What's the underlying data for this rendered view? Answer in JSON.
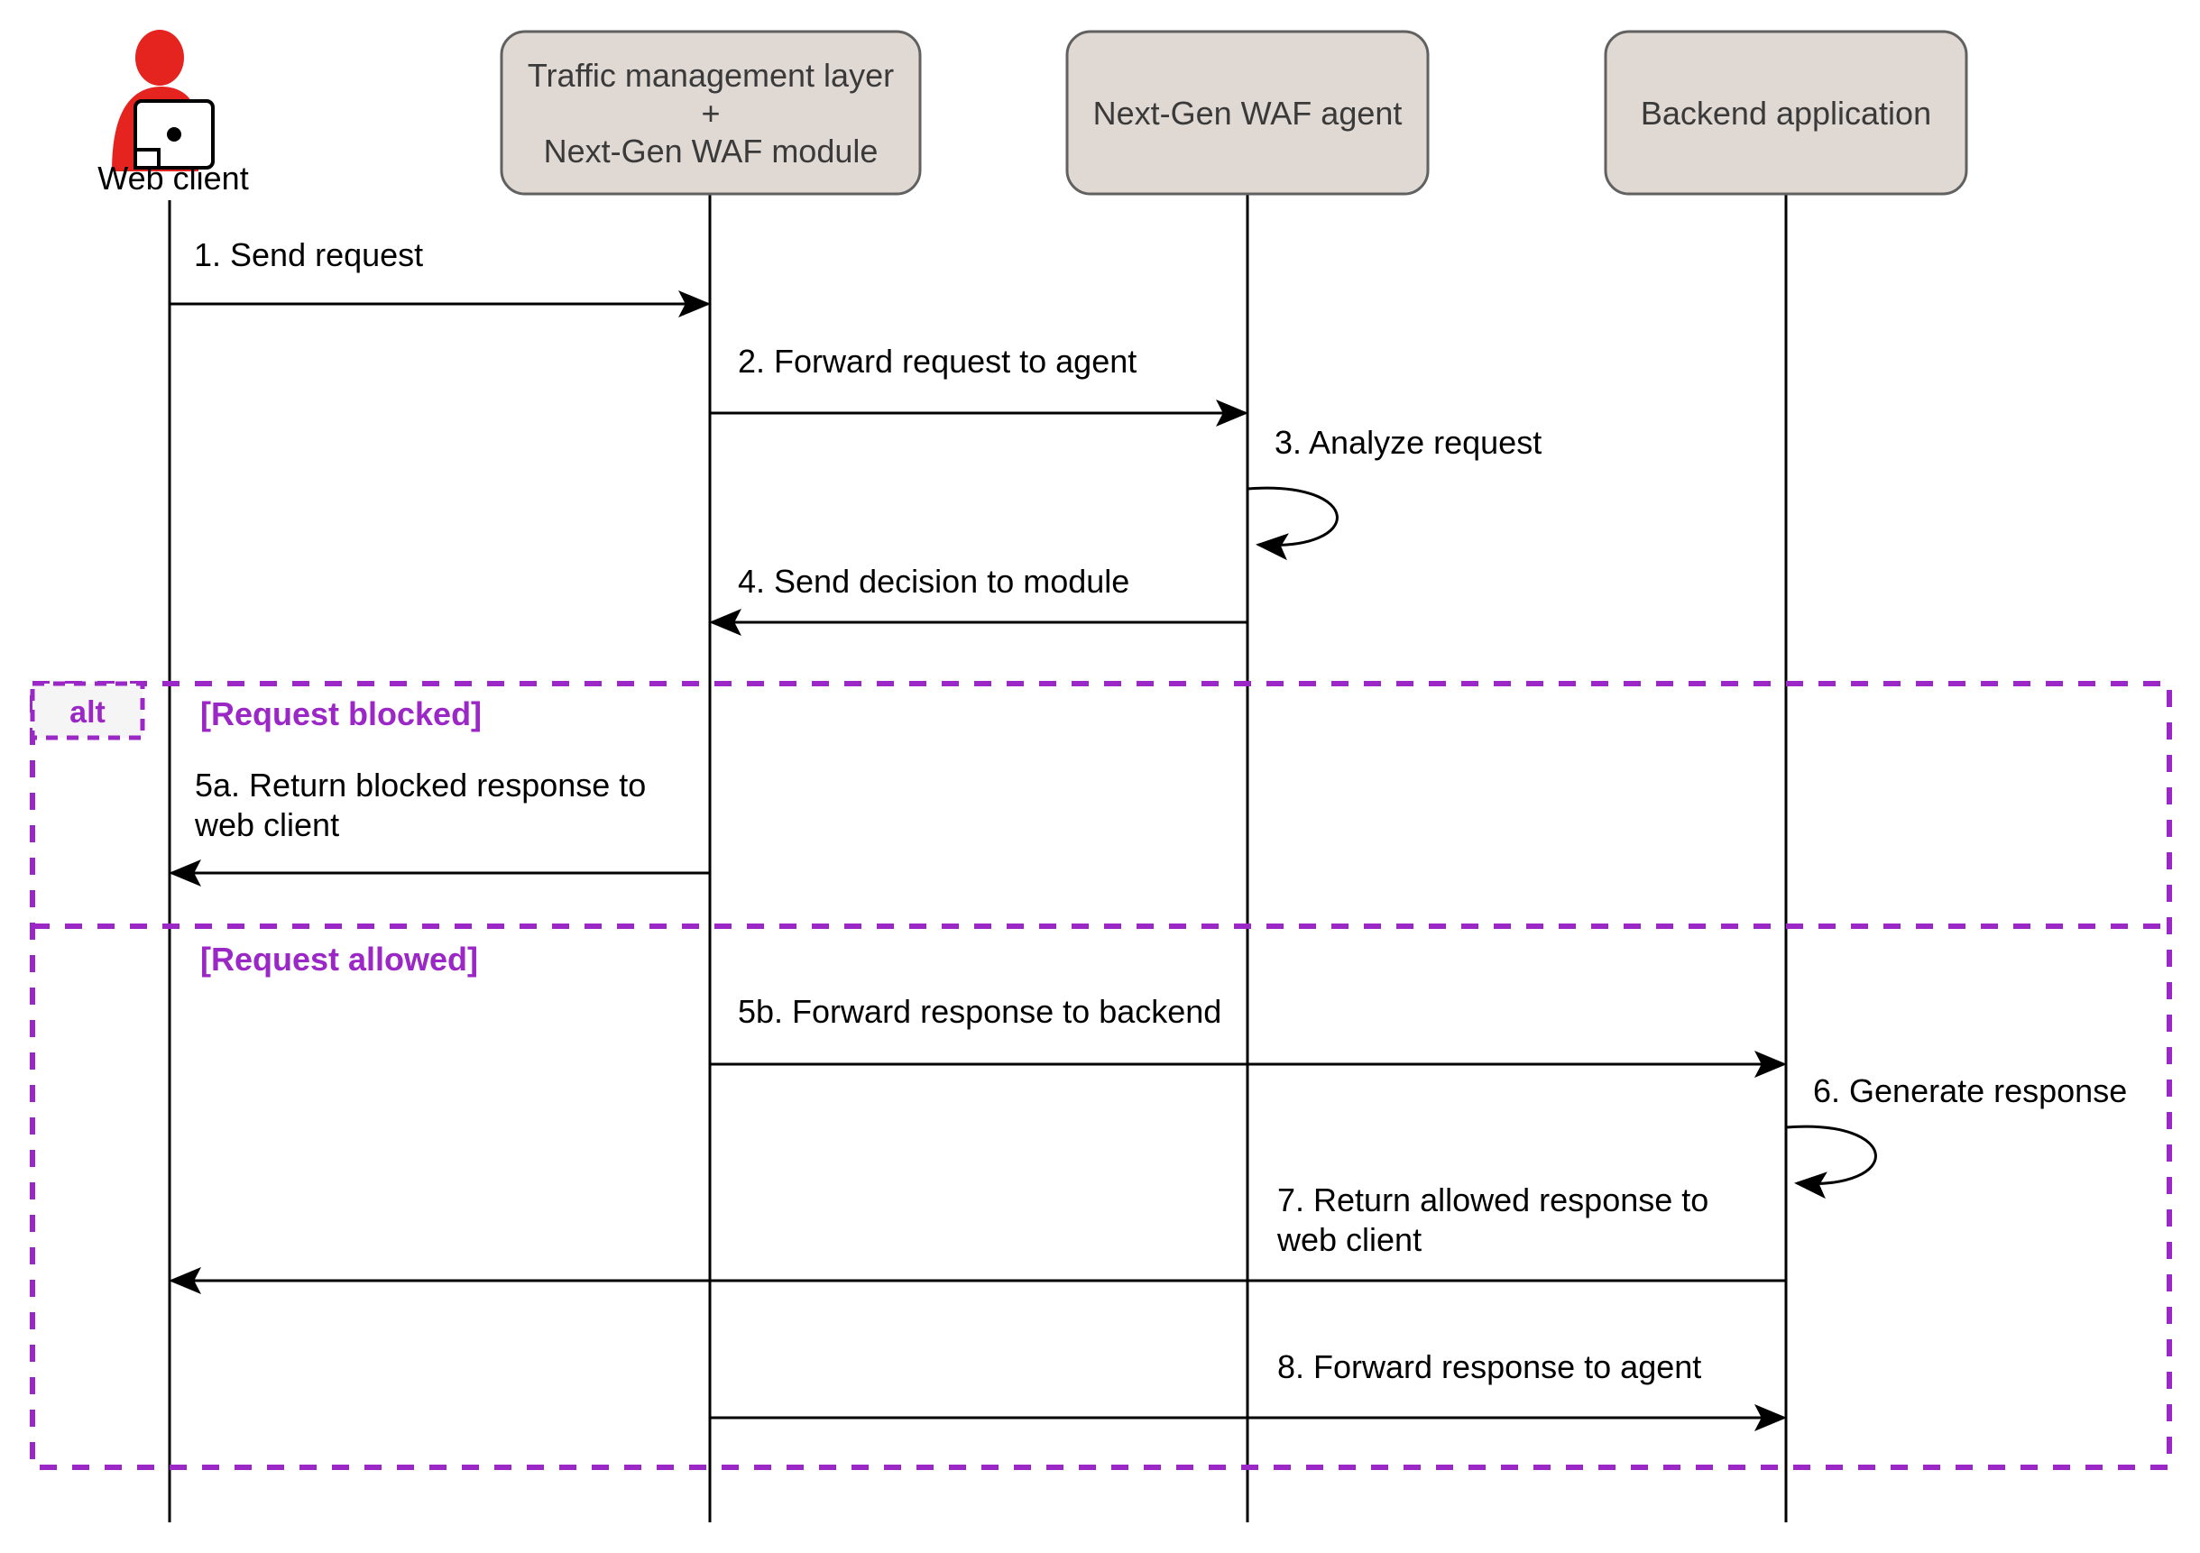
{
  "actors": {
    "web_client": {
      "label": "Web client"
    },
    "traffic_module": {
      "line1": "Traffic management layer",
      "line2": "+",
      "line3": "Next-Gen WAF module"
    },
    "waf_agent": {
      "label": "Next-Gen WAF agent"
    },
    "backend": {
      "label": "Backend application"
    }
  },
  "messages": {
    "m1": {
      "label": "1. Send request"
    },
    "m2": {
      "label": "2. Forward request to agent"
    },
    "m3": {
      "label": "3. Analyze request"
    },
    "m4": {
      "label": "4. Send decision to module"
    },
    "m5a": {
      "line1": "5a. Return blocked response to",
      "line2": "web client"
    },
    "m5b": {
      "label": "5b. Forward response to backend"
    },
    "m6": {
      "label": "6. Generate response"
    },
    "m7": {
      "line1": "7. Return allowed response to",
      "line2": "web client"
    },
    "m8": {
      "label": "8. Forward response to agent"
    }
  },
  "alt_fragment": {
    "operator": "alt",
    "condition_blocked": "[Request blocked]",
    "condition_allowed": "[Request allowed]"
  },
  "colors": {
    "purple": "#9b27c6",
    "actor-fill": "#e0d8d3",
    "actor-border": "#616161",
    "actor-text": "#3a3a3a",
    "red": "#e52420",
    "msg": "#000000",
    "alt-label-fill": "#f5f5f5",
    "bg": "#ffffff"
  }
}
